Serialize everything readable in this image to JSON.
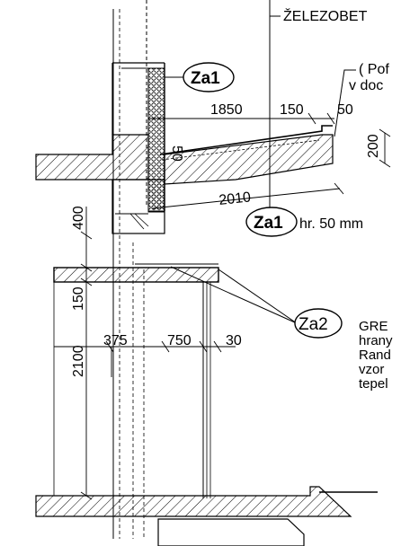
{
  "notes": {
    "top": "ŽELEZOBET",
    "right_line1": "( Pof",
    "right_line2": "v doc",
    "side_line1": "GRE",
    "side_line2": "hrany",
    "side_line3": "Rand",
    "side_line4": "vzor",
    "side_line5": "tepel"
  },
  "tags": {
    "za1_top": "Za1",
    "za1_bottom": "Za1",
    "za1_bottom_suffix": "hr. 50 mm",
    "za2": "Za2"
  },
  "dimensions": {
    "d1850": "1850",
    "d150_top": "150",
    "d50_right": "50",
    "d200": "200",
    "d50_slope": "50",
    "d2010": "2010",
    "d400": "400",
    "d150_left": "150",
    "d375": "375",
    "d750": "750",
    "d30": "30",
    "d2100": "2100"
  }
}
